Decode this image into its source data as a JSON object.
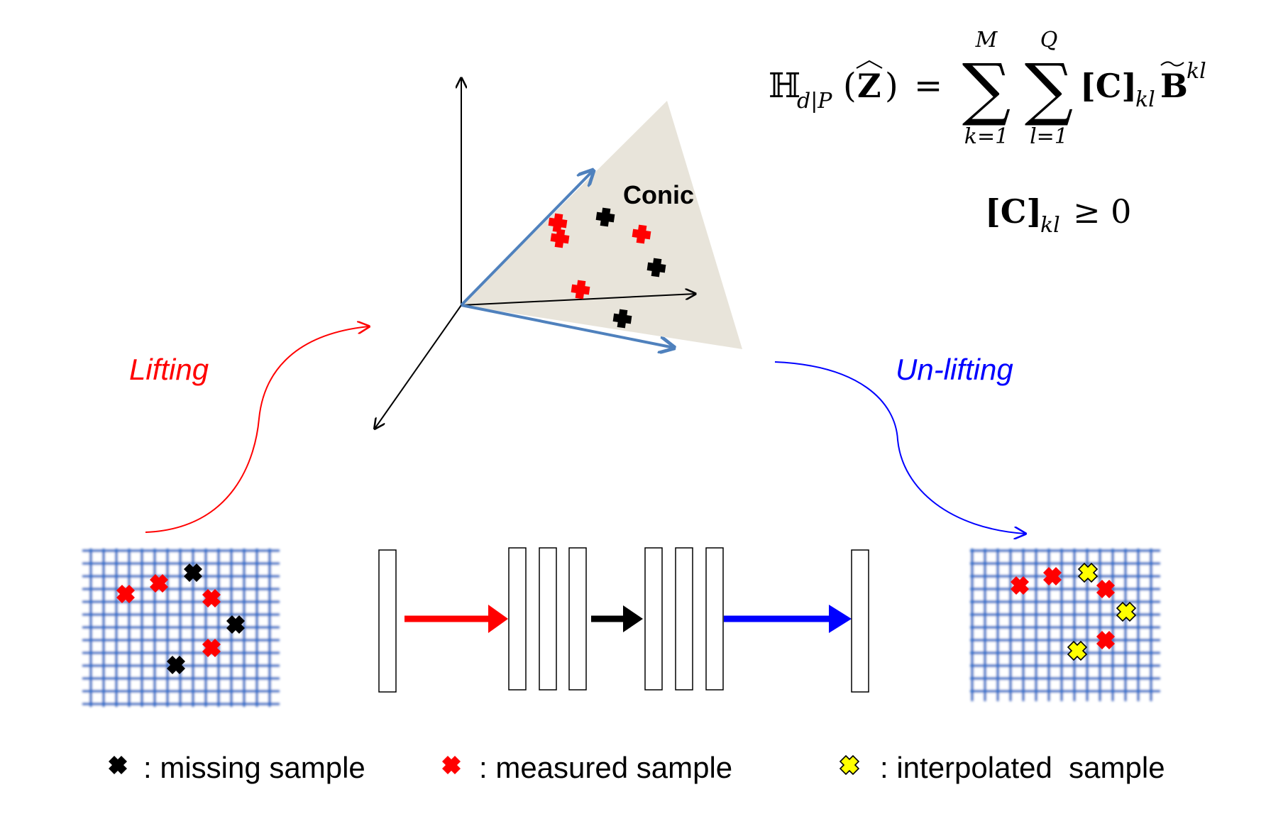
{
  "labels": {
    "conic": "Conic",
    "lifting": "Lifting",
    "unlifting": "Un-lifting"
  },
  "equation": {
    "lhs_symbol": "ℍ",
    "lhs_subscript": "d|P",
    "lhs_arg": "Z",
    "equals": "=",
    "sum1_upper": "M",
    "sum1_lower": "k=1",
    "sum2_upper": "Q",
    "sum2_lower": "l=1",
    "coef": "[C]",
    "coef_sub": "kl",
    "basis": "B",
    "basis_sup": "kl",
    "constraint_lhs": "[C]",
    "constraint_sub": "kl",
    "constraint_rel": "≥ 0"
  },
  "legend": [
    {
      "icon": "missing-marker-icon",
      "text": ": missing sample"
    },
    {
      "icon": "measured-marker-icon",
      "text": ": measured sample"
    },
    {
      "icon": "interpolated-marker-icon",
      "text": ": interpolated  sample"
    }
  ],
  "colors": {
    "missing": "#000000",
    "measured": "#ff0000",
    "interpolated": "#ffff00",
    "grid": "#2a6fc9",
    "cone": "#e8e4da",
    "cone_vector": "#4f81bd",
    "lifting": "#ff0000",
    "unlifting": "#0000ff"
  }
}
